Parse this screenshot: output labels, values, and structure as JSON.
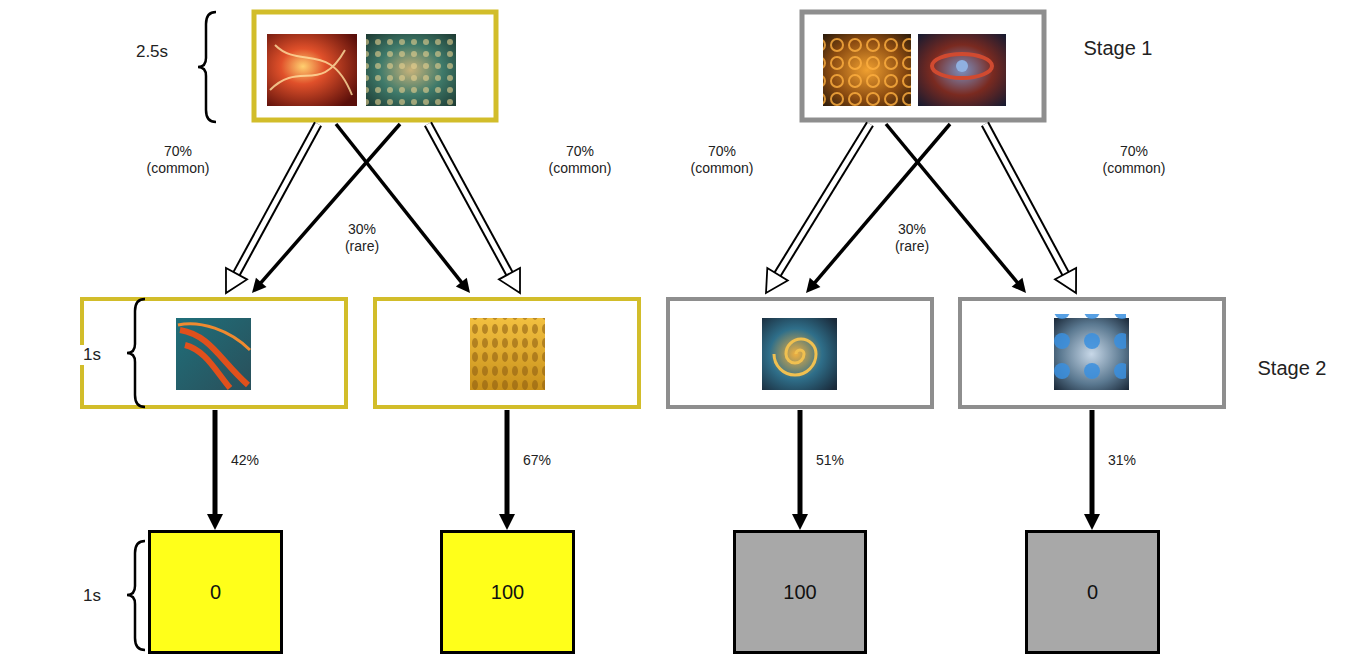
{
  "diagram": {
    "nodes": [
      {
        "text": [
          "0"
        ]
      },
      {
        "text": [
          "100"
        ]
      },
      {
        "text": [
          "100"
        ]
      },
      {
        "text": [
          "0"
        ]
      }
    ],
    "labels": [
      "2.5s",
      "Stage 1",
      "70% (common)",
      "30% (rare)",
      "70% (common)",
      "70% (common)",
      "30% (rare)",
      "70% (common)",
      "1s",
      "Stage 2",
      "42%",
      "67%",
      "51%",
      "31%",
      "1s"
    ]
  }
}
